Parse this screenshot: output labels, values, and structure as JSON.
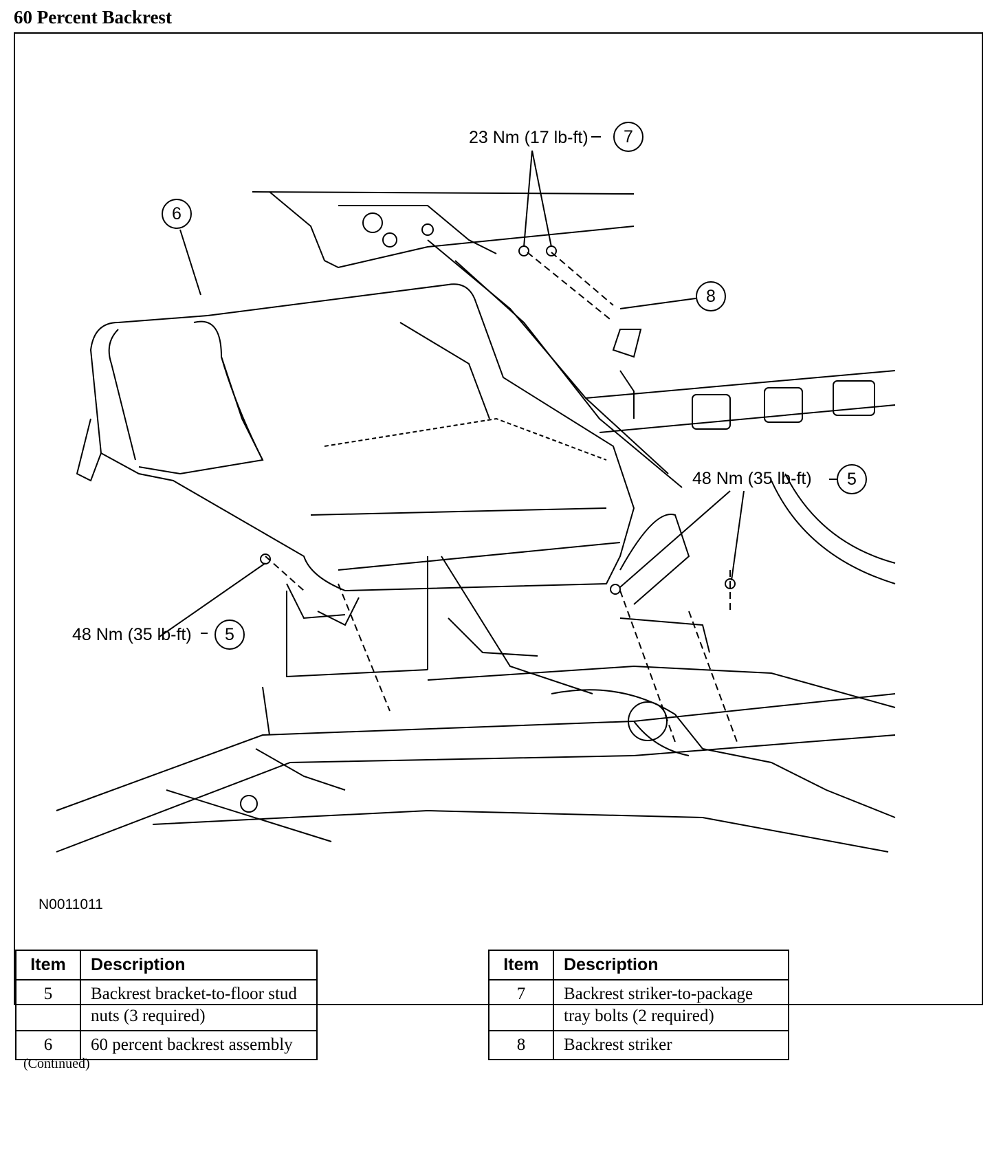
{
  "heading": "60 Percent Backrest",
  "figure": {
    "id": "N0011011",
    "callouts": {
      "torque_7": "23 Nm (17 lb-ft)",
      "torque_5_right": "48 Nm (35 lb-ft)",
      "torque_5_left": "48 Nm (35 lb-ft)"
    },
    "balloons": {
      "b7": "7",
      "b6": "6",
      "b8": "8",
      "b5_right": "5",
      "b5_left": "5"
    }
  },
  "legend_left": {
    "headers": {
      "item": "Item",
      "description": "Description"
    },
    "rows": [
      {
        "item": "5",
        "description": "Backrest bracket-to-floor stud nuts (3 required)"
      },
      {
        "item": "6",
        "description": "60 percent backrest assembly"
      }
    ]
  },
  "legend_right": {
    "headers": {
      "item": "Item",
      "description": "Description"
    },
    "rows": [
      {
        "item": "7",
        "description": "Backrest striker-to-package tray bolts (2 required)"
      },
      {
        "item": "8",
        "description": "Backrest striker"
      }
    ]
  },
  "footer": "(Continued)"
}
